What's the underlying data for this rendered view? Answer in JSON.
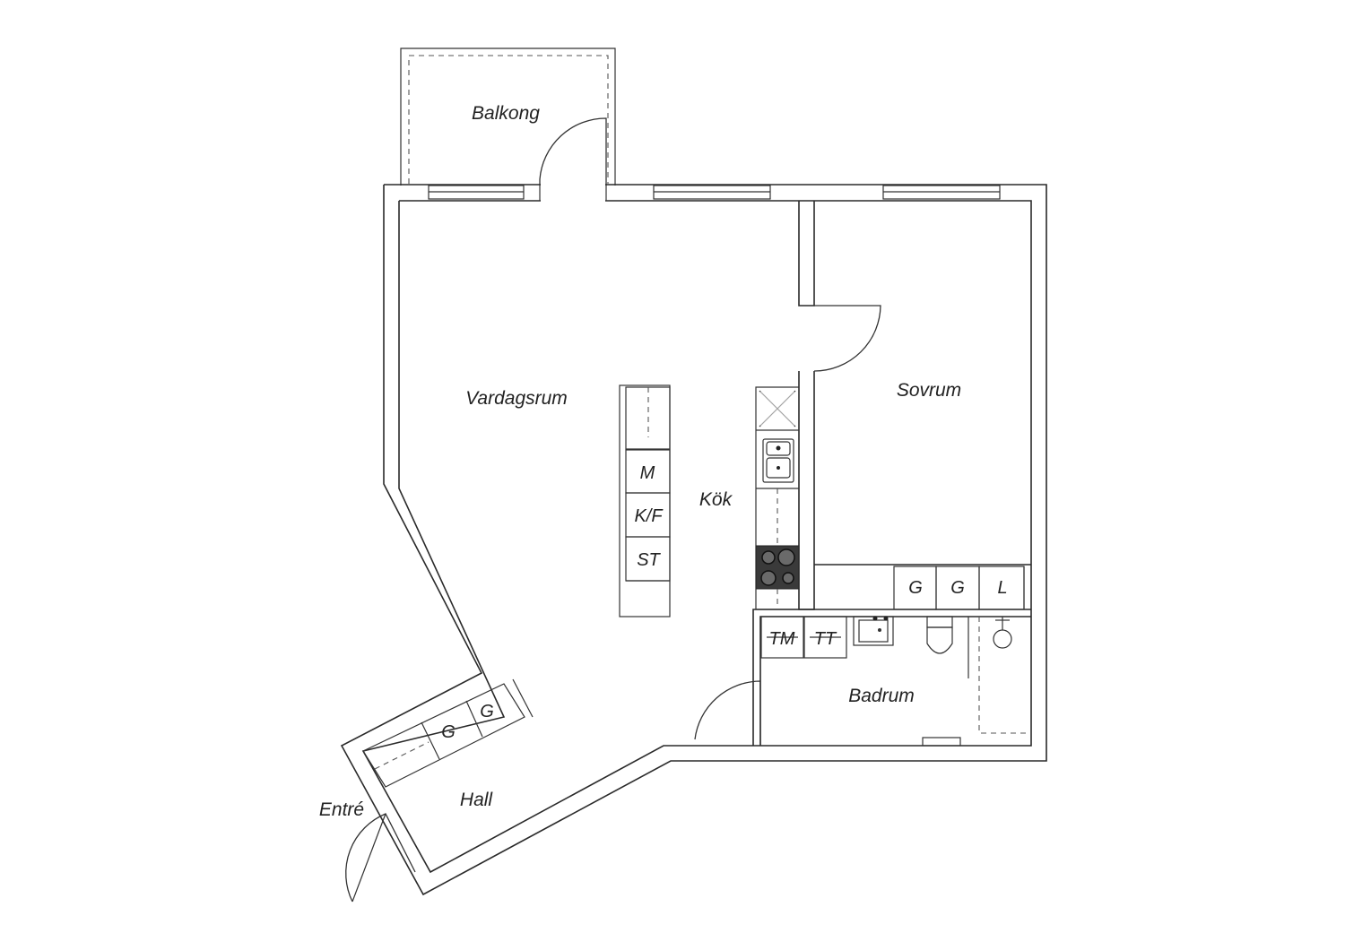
{
  "rooms": {
    "balkong": "Balkong",
    "vardagsrum": "Vardagsrum",
    "kok": "Kök",
    "sovrum": "Sovrum",
    "badrum": "Badrum",
    "hall": "Hall",
    "entre": "Entré"
  },
  "fixtures": {
    "island_m": "M",
    "island_kf": "K/F",
    "island_st": "ST",
    "bedroom_wardrobe_1": "G",
    "bedroom_wardrobe_2": "G",
    "bedroom_linen": "L",
    "bath_tm": "TM",
    "bath_tt": "TT",
    "hall_wardrobe_1": "G",
    "hall_wardrobe_2": "G"
  }
}
